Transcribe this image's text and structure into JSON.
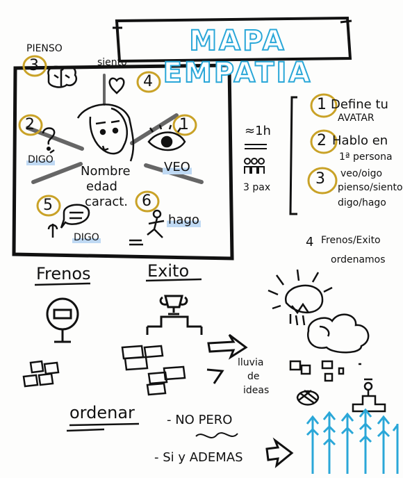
{
  "title": "MAPA EMPATIA",
  "map": {
    "pienso": "PIENSO",
    "siento": "siento",
    "digo_left": "DIGO",
    "veo": "VEO",
    "digo_bottom": "DIGO",
    "hago": "hago",
    "center_name": "Nombre",
    "center_age": "edad",
    "center_traits": "caract.",
    "numbers": [
      "3",
      "4",
      "2",
      "1",
      "5",
      "6"
    ]
  },
  "steps": {
    "time": "≈1h",
    "people": "3 pax",
    "items": [
      {
        "num": "1",
        "line1": "Define tu",
        "line2": "AVATAR"
      },
      {
        "num": "2",
        "line1": "Hablo en",
        "line2": "1ª persona"
      },
      {
        "num": "3",
        "line1": "veo/oigo",
        "line2": "pienso/siento",
        "line3": "digo/hago"
      }
    ],
    "step4_num": "4",
    "step4_line1": "Frenos/Exito",
    "step4_line2": "ordenamos"
  },
  "bottom": {
    "frenos": "Frenos",
    "exito": "Exito",
    "lluvia": "lluvia",
    "de": "de",
    "ideas": "ideas",
    "ordenar": "ordenar",
    "no_pero": "- NO PERO",
    "si_ademas": "- Si y ADEMAS"
  },
  "colors": {
    "accent_blue": "#2aa7d8",
    "gold": "#c9a227",
    "highlight": "#bfd9f3",
    "ink": "#111111"
  }
}
